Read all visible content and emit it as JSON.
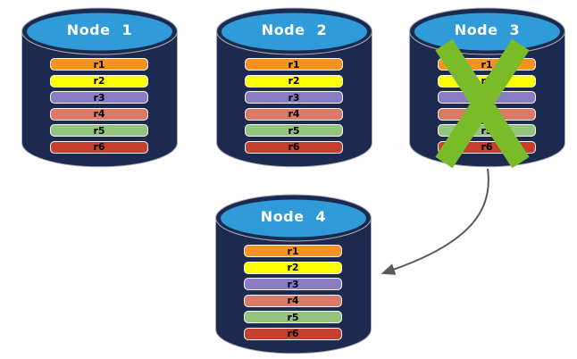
{
  "diagram": {
    "type": "database-replication-failover",
    "nodes": [
      {
        "name": "Node 1",
        "failed": false
      },
      {
        "name": "Node 2",
        "failed": false
      },
      {
        "name": "Node 3",
        "failed": true
      },
      {
        "name": "Node 4",
        "failed": false
      }
    ],
    "records": [
      {
        "label": "r1",
        "color": "#F6921E"
      },
      {
        "label": "r2",
        "color": "#FDFF00"
      },
      {
        "label": "r3",
        "color": "#8A7CC4"
      },
      {
        "label": "r4",
        "color": "#DA7A67"
      },
      {
        "label": "r5",
        "color": "#93C47E"
      },
      {
        "label": "r6",
        "color": "#C4402D"
      }
    ],
    "colors": {
      "cylinder_body": "#1B2A4E",
      "cylinder_top": "#2F9BD8",
      "cylinder_outline": "#A9AFBC",
      "record_border": "#FFFFFF",
      "record_text": "#000000",
      "title_text": "#FFFFFF",
      "failure_x": "#7ABB2A",
      "arrow": "#595959"
    }
  }
}
